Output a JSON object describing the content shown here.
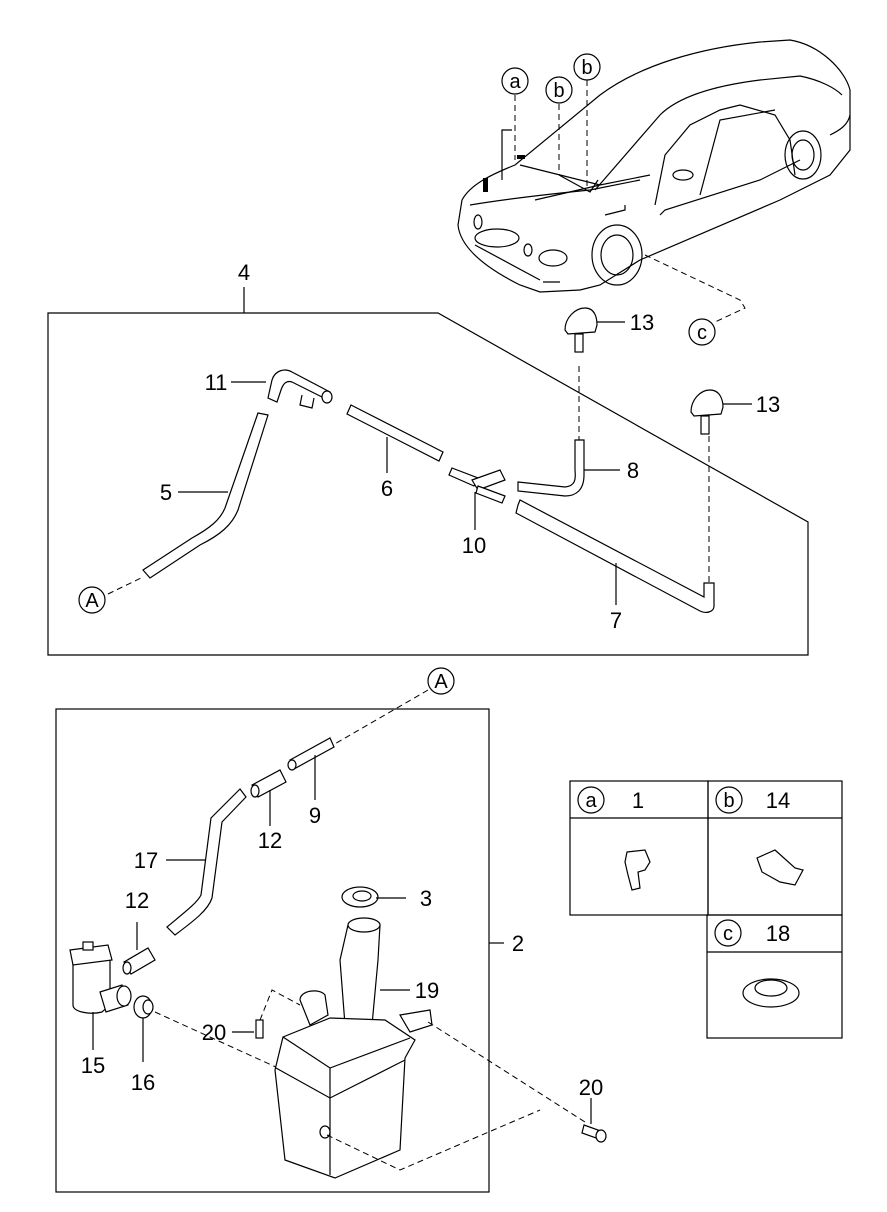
{
  "diagram": {
    "title": "Windshield washer system parts diagram",
    "callouts": {
      "c1": "1",
      "c2": "2",
      "c3": "3",
      "c4": "4",
      "c5": "5",
      "c6": "6",
      "c7": "7",
      "c8": "8",
      "c9": "9",
      "c10": "10",
      "c11": "11",
      "c12a": "12",
      "c12b": "12",
      "c13a": "13",
      "c13b": "13",
      "c14": "14",
      "c15": "15",
      "c16": "16",
      "c17": "17",
      "c18": "18",
      "c19": "19",
      "c20a": "20",
      "c20b": "20"
    },
    "reference_markers": {
      "a_car": "a",
      "b_car1": "b",
      "b_car2": "b",
      "c_car": "c",
      "A_hose": "A",
      "A_tank": "A"
    },
    "legend_table": [
      {
        "marker": "a",
        "part": "1"
      },
      {
        "marker": "b",
        "part": "14"
      },
      {
        "marker": "c",
        "part": "18"
      }
    ]
  }
}
